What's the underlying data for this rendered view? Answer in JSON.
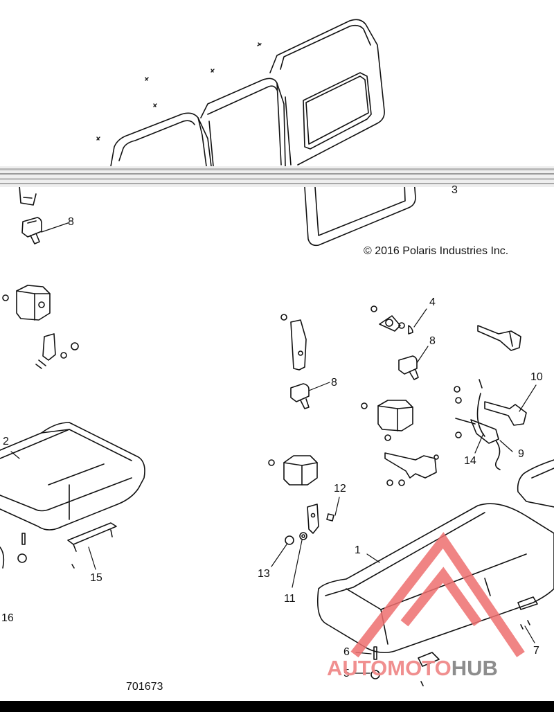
{
  "diagram": {
    "copyright": "© 2016 Polaris Industries Inc.",
    "part_number": "701673",
    "watermark": {
      "red_part": "AUTOMOTO",
      "gray_part": "HUB"
    },
    "callouts": [
      {
        "id": "c1",
        "label": "1"
      },
      {
        "id": "c2",
        "label": "2"
      },
      {
        "id": "c3",
        "label": "3"
      },
      {
        "id": "c4",
        "label": "4"
      },
      {
        "id": "c5",
        "label": "5"
      },
      {
        "id": "c6",
        "label": "6"
      },
      {
        "id": "c7",
        "label": "7"
      },
      {
        "id": "c8a",
        "label": "8"
      },
      {
        "id": "c8b",
        "label": "8"
      },
      {
        "id": "c8c",
        "label": "8"
      },
      {
        "id": "c9",
        "label": "9"
      },
      {
        "id": "c10",
        "label": "10"
      },
      {
        "id": "c11",
        "label": "11"
      },
      {
        "id": "c12",
        "label": "12"
      },
      {
        "id": "c13",
        "label": "13"
      },
      {
        "id": "c14",
        "label": "14"
      },
      {
        "id": "c15",
        "label": "15"
      },
      {
        "id": "c16",
        "label": "16"
      }
    ],
    "colors": {
      "line": "#111111",
      "watermark_red": "#f08a8a",
      "watermark_gray": "#8d8d8d"
    }
  }
}
